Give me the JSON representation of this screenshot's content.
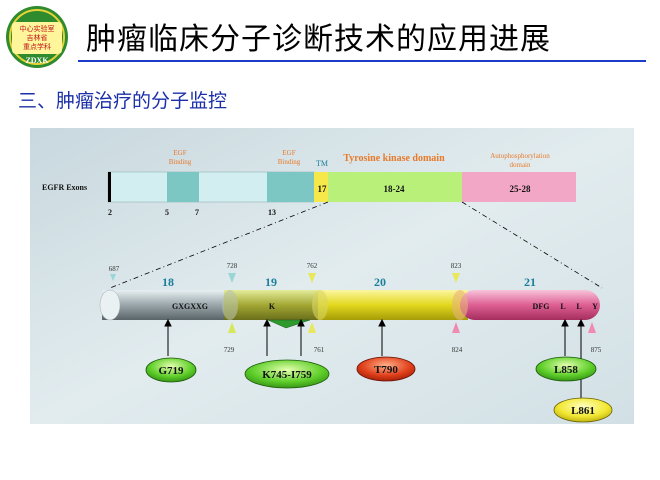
{
  "header": {
    "logo_text_line1": "中心实验室",
    "logo_text_line2": "吉林省",
    "logo_text_line3": "重点学科",
    "logo_text_line4": "ZDXK",
    "title": "肿瘤临床分子诊断技术的应用进展",
    "subtitle": "三、肿瘤治疗的分子监控"
  },
  "colors": {
    "title_rule": "#1a3cc9",
    "subtitle": "#1a2fa8",
    "egf_binding": "#e87a2a",
    "exon_number": "#1b7f9a",
    "egf_teal": "#7cc6c4",
    "tk_green": "#b9f07a",
    "auto_pink": "#f3a7c6"
  },
  "diagram": {
    "egfr_label": "EGFR Exons",
    "egf_binding_1": {
      "line1": "EGF",
      "line2": "Binding"
    },
    "egf_binding_2": {
      "line1": "EGF",
      "line2": "Binding"
    },
    "tm_label": "TM",
    "tk_domain_label": "Tyrosine kinase domain",
    "auto_domain_label": {
      "line1": "Autophosphorylation",
      "line2": "domain"
    },
    "exon_ticks": [
      "2",
      "5",
      "7",
      "13"
    ],
    "seg_17": "17",
    "seg_18_24": "18-24",
    "seg_25_28": "25-28",
    "detail_exons": [
      "18",
      "19",
      "20",
      "21"
    ],
    "positions": [
      "687",
      "728",
      "729",
      "762",
      "761",
      "823",
      "824",
      "875"
    ],
    "motifs": [
      "GXGXXG",
      "K",
      "DFG",
      "L",
      "L",
      "Y"
    ],
    "mutations": [
      "G719",
      "K745-I759",
      "T790",
      "L858",
      "L861"
    ]
  }
}
